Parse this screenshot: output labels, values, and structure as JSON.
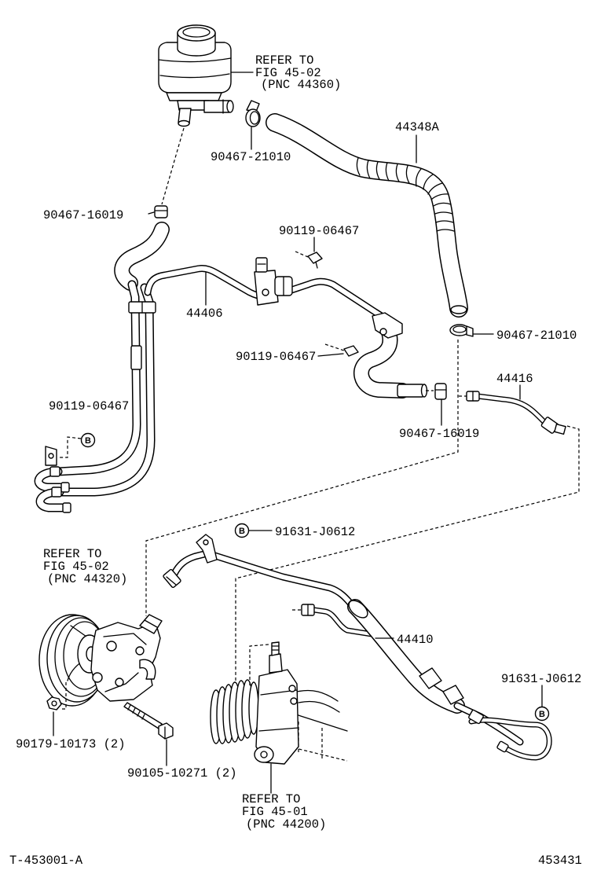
{
  "diagram": {
    "refer_reservoir": {
      "line1": "REFER TO",
      "line2": "FIG 45-02",
      "line3": "(PNC 44360)"
    },
    "refer_pump": {
      "line1": "REFER TO",
      "line2": "FIG 45-02",
      "line3": "(PNC 44320)"
    },
    "refer_gear": {
      "line1": "REFER TO",
      "line2": "FIG 45-01",
      "line3": "(PNC 44200)"
    },
    "parts": {
      "hose_44348a": "44348A",
      "clamp_top": "90467-21010",
      "clamp_left": "90467-16019",
      "bolt_upper": "90119-06467",
      "tube_44406": "44406",
      "clamp_right": "90467-21010",
      "bolt_middle": "90119-06467",
      "tube_44416": "44416",
      "bolt_left": "90119-06467",
      "clamp_lower": "90467-16019",
      "clamp_b_upper": "91631-J0612",
      "hose_44410": "44410",
      "clamp_b_lower": "91631-J0612",
      "nut_pump": "90179-10173 (2)",
      "bolt_pump": "90105-10271 (2)"
    },
    "marker_b": "B",
    "footer": {
      "illustration_id": "T-453001-A",
      "figure_no": "453431"
    }
  }
}
